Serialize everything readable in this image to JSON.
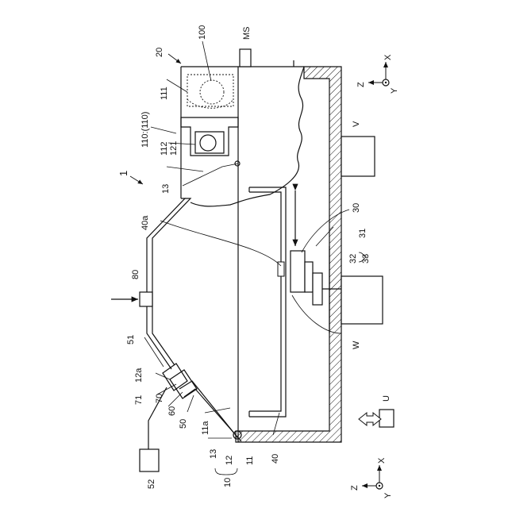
{
  "figure": {
    "labels": {
      "l20": "20",
      "l100": "100",
      "lMS": "MS",
      "l111": "111",
      "l110": "110:(110)",
      "l112": "112",
      "l121": "121",
      "l1": "1",
      "l13a": "13",
      "l40a": "40a",
      "lV": "V",
      "l30": "30",
      "l31": "31",
      "l32": "32",
      "l33": "33",
      "l80": "80",
      "l51": "51",
      "l12a": "12a",
      "l71": "71",
      "l70": "70",
      "l60": "60",
      "l50": "50",
      "l11a": "11a",
      "l13b": "13",
      "l12": "12",
      "l11": "11",
      "l10": "10",
      "l40": "40",
      "lW": "W",
      "lU": "U",
      "l52": "52",
      "axisX1": "X",
      "axisY1": "Y",
      "axisZ1": "Z",
      "axisX2": "X",
      "axisY2": "Y",
      "axisZ2": "Z"
    }
  }
}
